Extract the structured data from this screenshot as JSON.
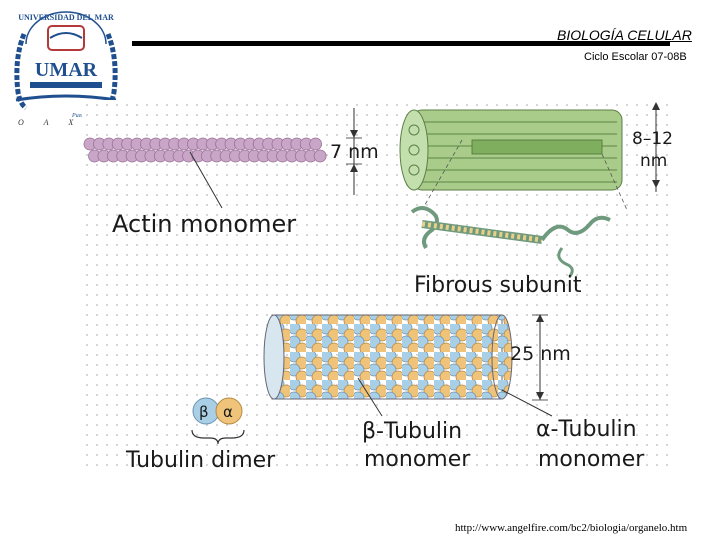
{
  "header": {
    "title": "BIOLOGÍA CELULAR",
    "subtitle": "Ciclo Escolar 07-08B"
  },
  "logo": {
    "ring_text": "UNIVERSIDAD DEL MAR",
    "monogram": "UMAR",
    "motto": "Pueblo Aún",
    "letters": "O A X A",
    "primary_color": "#1f4f8f"
  },
  "figure": {
    "labels": {
      "actin_monomer": "Actin monomer",
      "fibrous_subunit": "Fibrous subunit",
      "tubulin_dimer": "Tubulin dimer",
      "beta_tubulin": "β-Tubulin",
      "alpha_tubulin": "α-Tubulin",
      "monomer": "monomer",
      "beta": "β",
      "alpha": "α"
    },
    "dimensions": {
      "actin": "7 nm",
      "intermediate_top": "8–12",
      "intermediate_unit": "nm",
      "microtubule": "25 nm"
    },
    "colors": {
      "actin": "#c9a5c7",
      "fiber": "#a9cc8a",
      "beta_tubulin": "#a9cfe6",
      "alpha_tubulin": "#f0c37a"
    }
  },
  "footer": {
    "source": "http://www.angelfire.com/bc2/biologia/organelo.htm"
  }
}
